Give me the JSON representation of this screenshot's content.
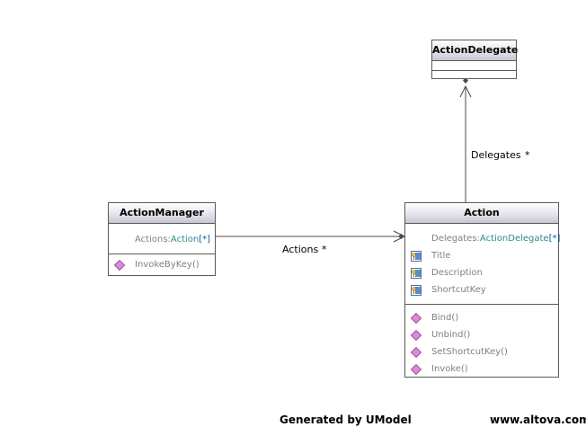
{
  "classes": {
    "action_delegate": {
      "name": "ActionDelegate"
    },
    "action_manager": {
      "name": "ActionManager",
      "attributes": [
        {
          "name": "Actions",
          "sep": ":",
          "type": "Action",
          "mult": "[*]"
        }
      ],
      "operations": [
        {
          "name": "InvokeByKey()",
          "icon": "operation-icon"
        }
      ]
    },
    "action": {
      "name": "Action",
      "attributes": [
        {
          "name": "Delegates",
          "sep": ":",
          "type": "ActionDelegate",
          "mult": "[*]"
        }
      ],
      "properties": [
        {
          "name": "Title",
          "icon": "property-icon"
        },
        {
          "name": "Description",
          "icon": "property-icon"
        },
        {
          "name": "ShortcutKey",
          "icon": "property-icon"
        }
      ],
      "operations": [
        {
          "name": "Bind()",
          "icon": "operation-icon"
        },
        {
          "name": "Unbind()",
          "icon": "operation-icon"
        },
        {
          "name": "SetShortcutKey()",
          "icon": "operation-icon"
        },
        {
          "name": "Invoke()",
          "icon": "operation-icon"
        }
      ]
    }
  },
  "associations": {
    "delegates": {
      "role": "Delegates",
      "mult": "*"
    },
    "actions": {
      "role": "Actions",
      "mult": "*"
    }
  },
  "footer": {
    "generated": "Generated by UModel",
    "site": "www.altova.com"
  },
  "colors": {
    "type_text": "#2e8b8b",
    "multiplicity": "#0b5aa6",
    "operation_icon": "#c879c8",
    "property_icon": "#d7a63a"
  }
}
